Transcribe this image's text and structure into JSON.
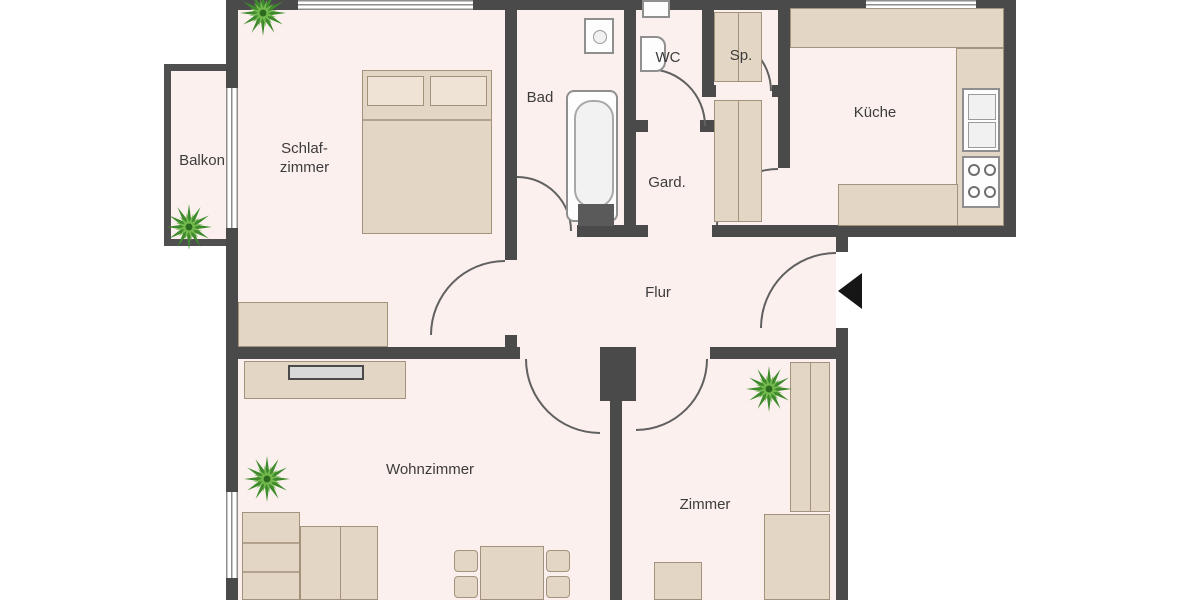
{
  "plan_type": "apartment-floor-plan",
  "rooms": {
    "balkon": {
      "label": "Balkon"
    },
    "schlafzimmer": {
      "label": "Schlaf-\nzimmer"
    },
    "bad": {
      "label": "Bad"
    },
    "wc": {
      "label": "WC"
    },
    "sp": {
      "label": "Sp."
    },
    "kueche": {
      "label": "Küche"
    },
    "gard": {
      "label": "Gard."
    },
    "flur": {
      "label": "Flur"
    },
    "wohnzimmer": {
      "label": "Wohnzimmer"
    },
    "zimmer": {
      "label": "Zimmer"
    }
  },
  "icons": {
    "plant": "plant-starburst",
    "entrance_arrow": "left-pointing-triangle"
  },
  "colors": {
    "wall": "#4a4a4a",
    "floor": "#fbf0ee",
    "furniture": "#e3d6c4",
    "furniture_border": "#a3927c",
    "plant_dark": "#3e8a2c",
    "plant_light": "#74b94d",
    "arrow": "#161616",
    "background": "#ffffff"
  }
}
